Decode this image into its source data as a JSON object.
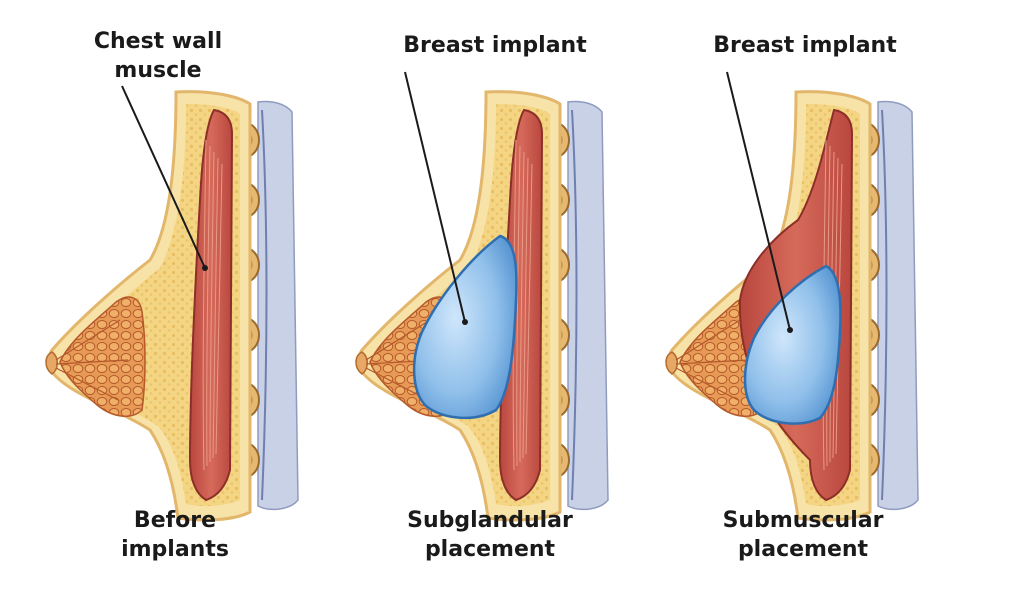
{
  "panels": [
    {
      "top_label": [
        "Chest wall",
        "muscle"
      ],
      "bottom_label": [
        "Before",
        "implants"
      ],
      "implant": "none"
    },
    {
      "top_label": [
        "Breast implant"
      ],
      "bottom_label": [
        "Subglandular",
        "placement"
      ],
      "implant": "subglandular"
    },
    {
      "top_label": [
        "Breast implant"
      ],
      "bottom_label": [
        "Submuscular",
        "placement"
      ],
      "implant": "submuscular"
    }
  ],
  "colors": {
    "skin": "#f7e2a8",
    "skin_edge": "#e2b66b",
    "fat": "#f3d27e",
    "gland": "#e48a48",
    "muscle": "#c85a4c",
    "ribs_band": "#c9d1e6",
    "rib": "#e7b870",
    "implant": "#88b9e9",
    "implant_edge": "#2f6fb0"
  }
}
